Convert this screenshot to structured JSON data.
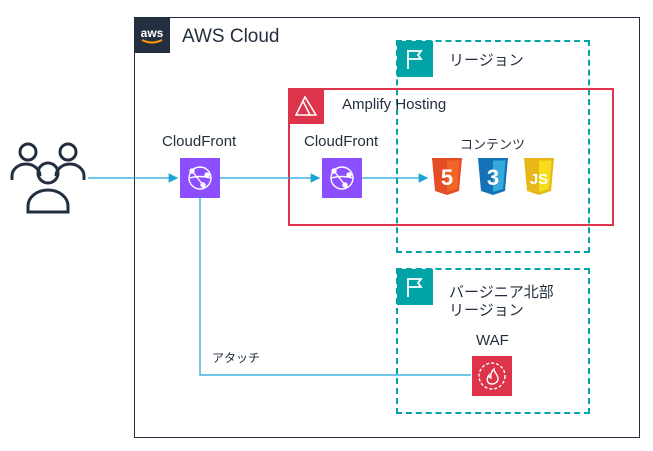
{
  "aws_cloud": {
    "logo_text": "aws",
    "title": "AWS Cloud"
  },
  "region_main": {
    "label": "リージョン"
  },
  "region_virginia": {
    "label_line1": "バージニア北部",
    "label_line2": "リージョン"
  },
  "amplify": {
    "title": "Amplify Hosting"
  },
  "services": {
    "cloudfront_outer": "CloudFront",
    "cloudfront_inner": "CloudFront",
    "contents": "コンテンツ",
    "waf": "WAF"
  },
  "connection_labels": {
    "attach": "アタッチ"
  },
  "content_icons": [
    {
      "name": "html5-icon",
      "glyph": "5",
      "color": "#e44d26"
    },
    {
      "name": "css3-icon",
      "glyph": "3",
      "color": "#1572b6"
    },
    {
      "name": "javascript-icon",
      "glyph": "JS",
      "color": "#f0c419"
    }
  ],
  "colors": {
    "region_teal": "#00a4a6",
    "amplify_red": "#dd344c",
    "cloudfront_purple": "#8c4fff",
    "waf_red": "#dd344c",
    "arrow": "#1ba5d6",
    "aws_dark": "#232f3e"
  }
}
